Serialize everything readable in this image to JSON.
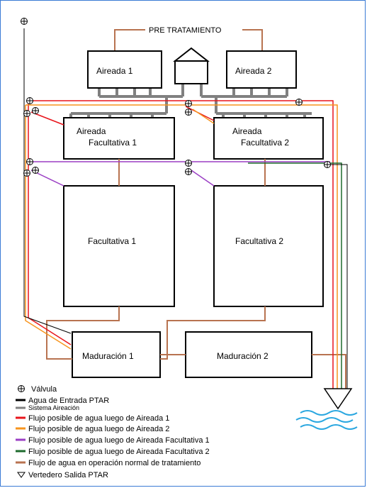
{
  "diagram": {
    "pretreatment_label": "PRE TRATAMIENTO",
    "tanks": {
      "aireada_1": "Aireada 1",
      "aireada_2": "Aireada 2",
      "aireada_facultativa_1_line1": "Aireada",
      "aireada_facultativa_1_line2": "Facultativa 1",
      "aireada_facultativa_2_line1": "Aireada",
      "aireada_facultativa_2_line2": "Facultativa 2",
      "facultativa_1": "Facultativa 1",
      "facultativa_2": "Facultativa 2",
      "maduracion_1": "Maduración 1",
      "maduracion_2": "Maduración 2"
    }
  },
  "legend": [
    {
      "icon": "valve-icon",
      "label": "Válvula"
    },
    {
      "color": "#000000",
      "label": "Agua de Entrada PTAR"
    },
    {
      "color": "#808080",
      "label": "Sistema Aireación"
    },
    {
      "color": "#e8141b",
      "label": "Flujo posible de agua luego de Aireada 1"
    },
    {
      "color": "#f7941d",
      "label": "Flujo posible de agua luego de Aireada 2"
    },
    {
      "color": "#9b3fc4",
      "label": "Flujo posible de agua luego de Aireada Facultativa 1"
    },
    {
      "color": "#1e6b2e",
      "label": "Flujo posible de agua luego de Aireada Facultativa 2"
    },
    {
      "color": "#b87350",
      "label": "Flujo de agua en operación normal de tratamiento"
    },
    {
      "icon": "weir-icon",
      "label": "Vertedero Salida PTAR"
    }
  ],
  "colors": {
    "normal_flow": "#b87350",
    "aeration": "#808080",
    "aireada1": "#e8141b",
    "aireada2": "#f7941d",
    "facultativa1": "#9b3fc4",
    "facultativa2": "#1e6b2e",
    "water": "#2aa7e0"
  }
}
